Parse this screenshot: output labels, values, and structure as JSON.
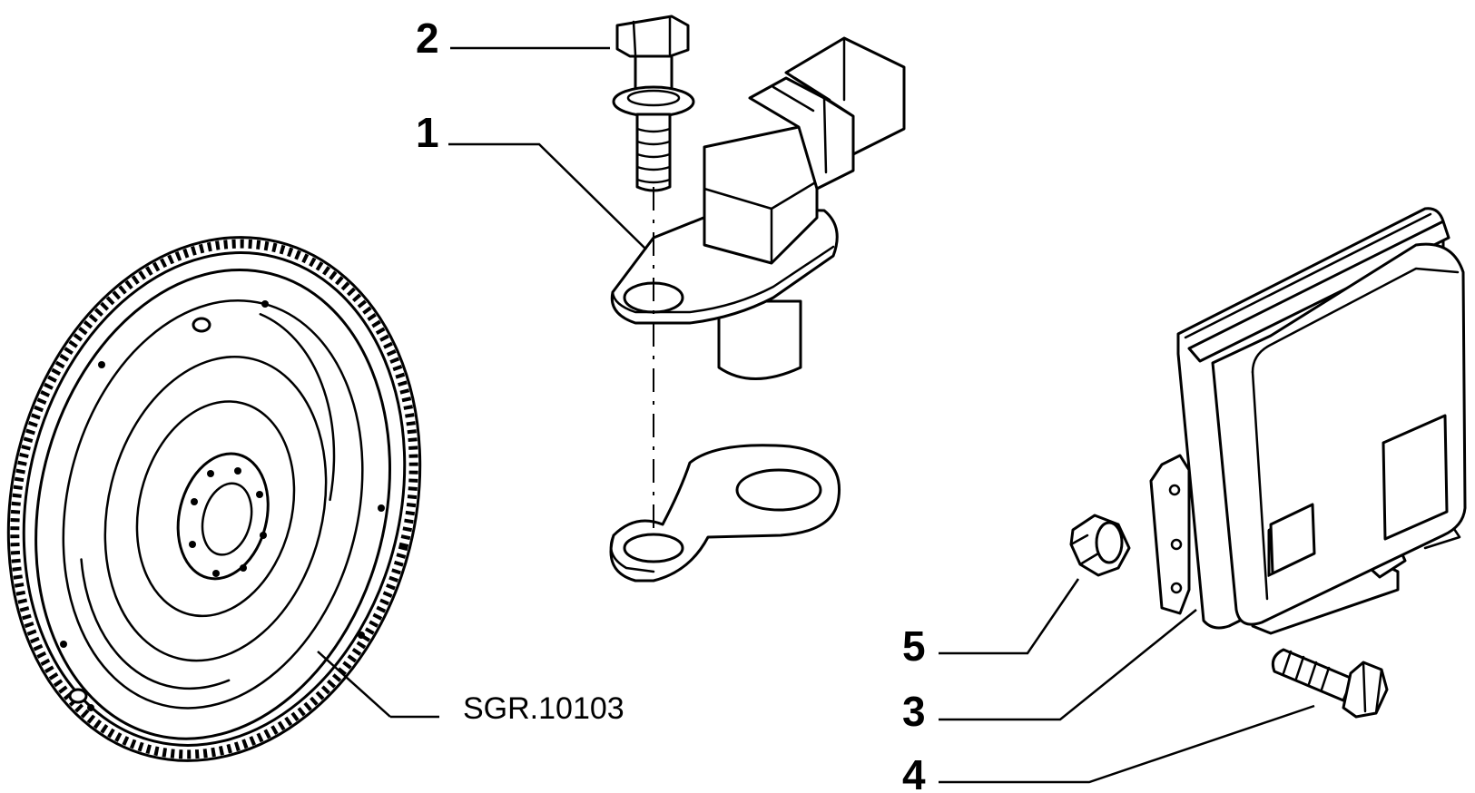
{
  "callouts": {
    "c1": "1",
    "c2": "2",
    "c3": "3",
    "c4": "4",
    "c5": "5"
  },
  "reference": "SGR.10103",
  "colors": {
    "line": "#000000",
    "background": "#ffffff"
  }
}
